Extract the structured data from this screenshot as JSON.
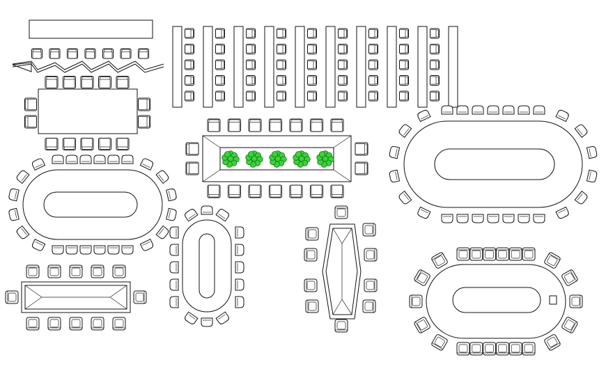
{
  "drawing": {
    "background": "#ffffff",
    "line_color": "#111111",
    "plant_color": "#3fd03f",
    "plant_outline_color": "#0a7a0a",
    "layouts": [
      {
        "name": "classroom-layout",
        "rows": 1,
        "chairs_per_row": 7,
        "has_screen": true
      },
      {
        "name": "theatre-rows-layout",
        "rows": 9,
        "chairs_per_row": 5
      },
      {
        "name": "rectangular-table-12",
        "chairs": 14
      },
      {
        "name": "planted-table",
        "chairs": 18,
        "plants": 5
      },
      {
        "name": "large-oval-table",
        "chairs": 26
      },
      {
        "name": "oval-table-left",
        "chairs": 24
      },
      {
        "name": "oval-table-small-vertical",
        "chairs": 16
      },
      {
        "name": "boat-table",
        "chairs": 12
      },
      {
        "name": "oval-table-right",
        "chairs": 22
      },
      {
        "name": "rectangular-table-bottom",
        "chairs": 12
      }
    ]
  }
}
